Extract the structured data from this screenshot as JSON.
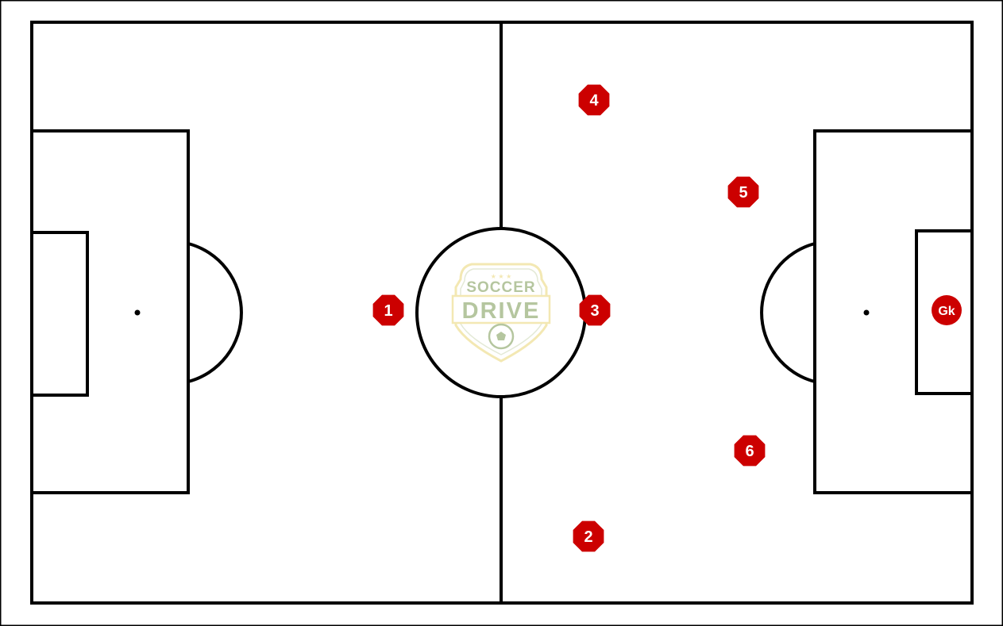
{
  "logo": {
    "line1": "SOCCER",
    "line2": "DRIVE"
  },
  "players": [
    {
      "label": "1",
      "shape": "octagon"
    },
    {
      "label": "2",
      "shape": "octagon"
    },
    {
      "label": "3",
      "shape": "octagon"
    },
    {
      "label": "4",
      "shape": "octagon"
    },
    {
      "label": "5",
      "shape": "octagon"
    },
    {
      "label": "6",
      "shape": "octagon"
    },
    {
      "label": "Gk",
      "shape": "circle"
    }
  ],
  "colors": {
    "lines": "#000000",
    "field": "#ffffff",
    "player_fill": "#cc0000",
    "player_text": "#ffffff",
    "logo_green": "#a9bd8f",
    "logo_gold": "#f1e4a6"
  }
}
